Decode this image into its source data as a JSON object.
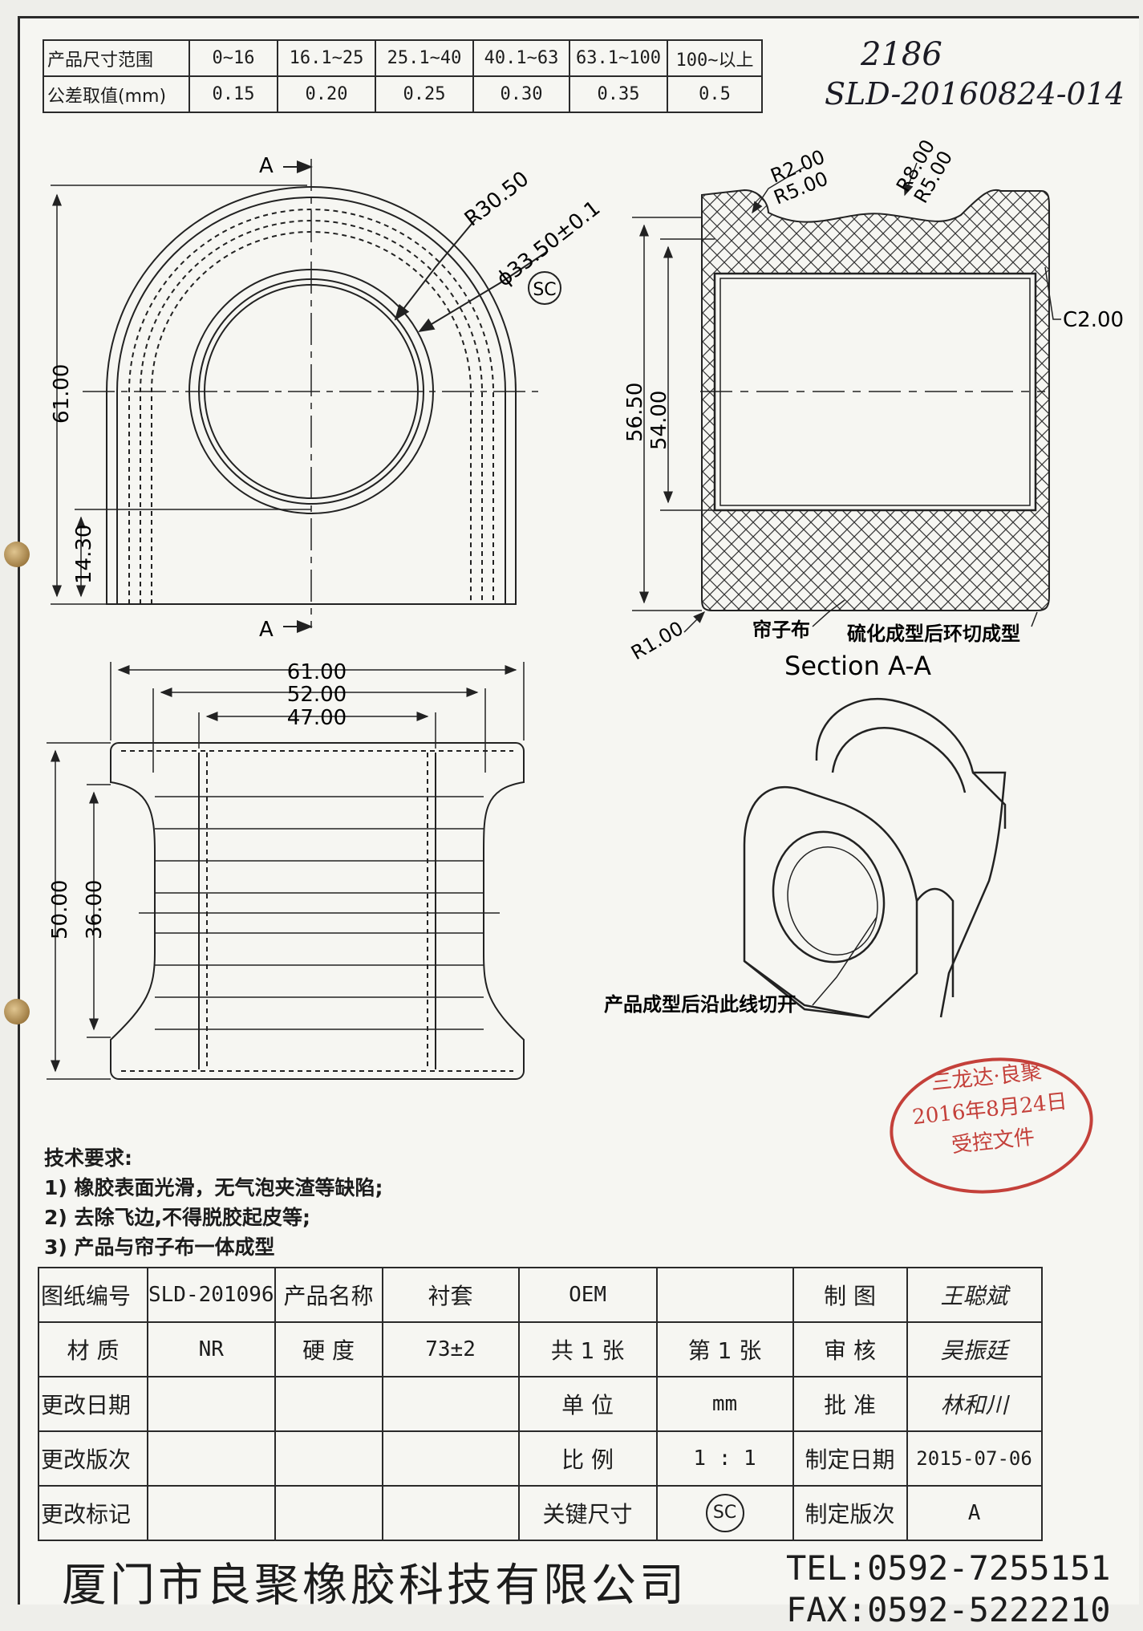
{
  "tolerance_table": {
    "range_label": "产品尺寸范围",
    "tol_label": "公差取值(mm)",
    "ranges": [
      "0~16",
      "16.1~25",
      "25.1~40",
      "40.1~63",
      "63.1~100",
      "100~以上"
    ],
    "tolerances": [
      "0.15",
      "0.20",
      "0.25",
      "0.30",
      "0.35",
      "0.5"
    ]
  },
  "handwritten": {
    "line1": "2186",
    "line2": "SLD-20160824-014"
  },
  "front_view": {
    "section_mark": "A",
    "radius": "R30.50",
    "bore": "ϕ33.50±0.1",
    "key_mark": "SC",
    "height": "61.00",
    "center_height": "14.30"
  },
  "section_view": {
    "r_top_1": "R2.00",
    "r_top_2": "R5.00",
    "r_groove_1": "R8.00",
    "r_groove_2": "R5.00",
    "chamfer": "C2.00",
    "outer_length": "56.50",
    "inner_length": "54.00",
    "corner_radius": "R1.00",
    "fabric_label": "帘子布",
    "trim_label": "硫化成型后环切成型",
    "title": "Section A-A"
  },
  "side_view": {
    "overall_width": "61.00",
    "groove_width": "52.00",
    "inner_width": "47.00",
    "overall_height": "50.00",
    "groove_height": "36.00"
  },
  "iso_view": {
    "cut_note": "产品成型后沿此线切开"
  },
  "stamp": {
    "line1": "三龙达·良聚",
    "line2": "2016年8月24日",
    "line3": "受控文件"
  },
  "tech_notes": {
    "title": "技术要求:",
    "items": [
      "1) 橡胶表面光滑，无气泡夹渣等缺陷;",
      "2) 去除飞边,不得脱胶起皮等;",
      "3) 产品与帘子布一体成型"
    ]
  },
  "title_block": {
    "drawing_no_label": "图纸编号",
    "drawing_no": "SLD-201096",
    "product_name_label": "产品名称",
    "product_name": "衬套",
    "oem": "OEM",
    "drawn_label": "制  图",
    "drawn_sig": "王聪斌",
    "material_label": "材  质",
    "material": "NR",
    "hardness_label": "硬  度",
    "hardness": "73±2",
    "sheets_total": "共 1 张",
    "sheet_no": "第 1 张",
    "review_label": "审  核",
    "review_sig": "吴振廷",
    "change_date_label": "更改日期",
    "unit_label": "单  位",
    "unit": "mm",
    "approve_label": "批  准",
    "approve_sig": "林和川",
    "change_version_label": "更改版次",
    "scale_label": "比  例",
    "scale": "1 : 1",
    "made_date_label": "制定日期",
    "made_date": "2015-07-06",
    "change_mark_label": "更改标记",
    "key_dim_label": "关键尺寸",
    "key_dim_symbol": "SC",
    "made_version_label": "制定版次",
    "made_version": "A"
  },
  "company": {
    "name": "厦门市良聚橡胶科技有限公司",
    "tel": "TEL:0592-7255151",
    "fax": "FAX:0592-5222210"
  }
}
